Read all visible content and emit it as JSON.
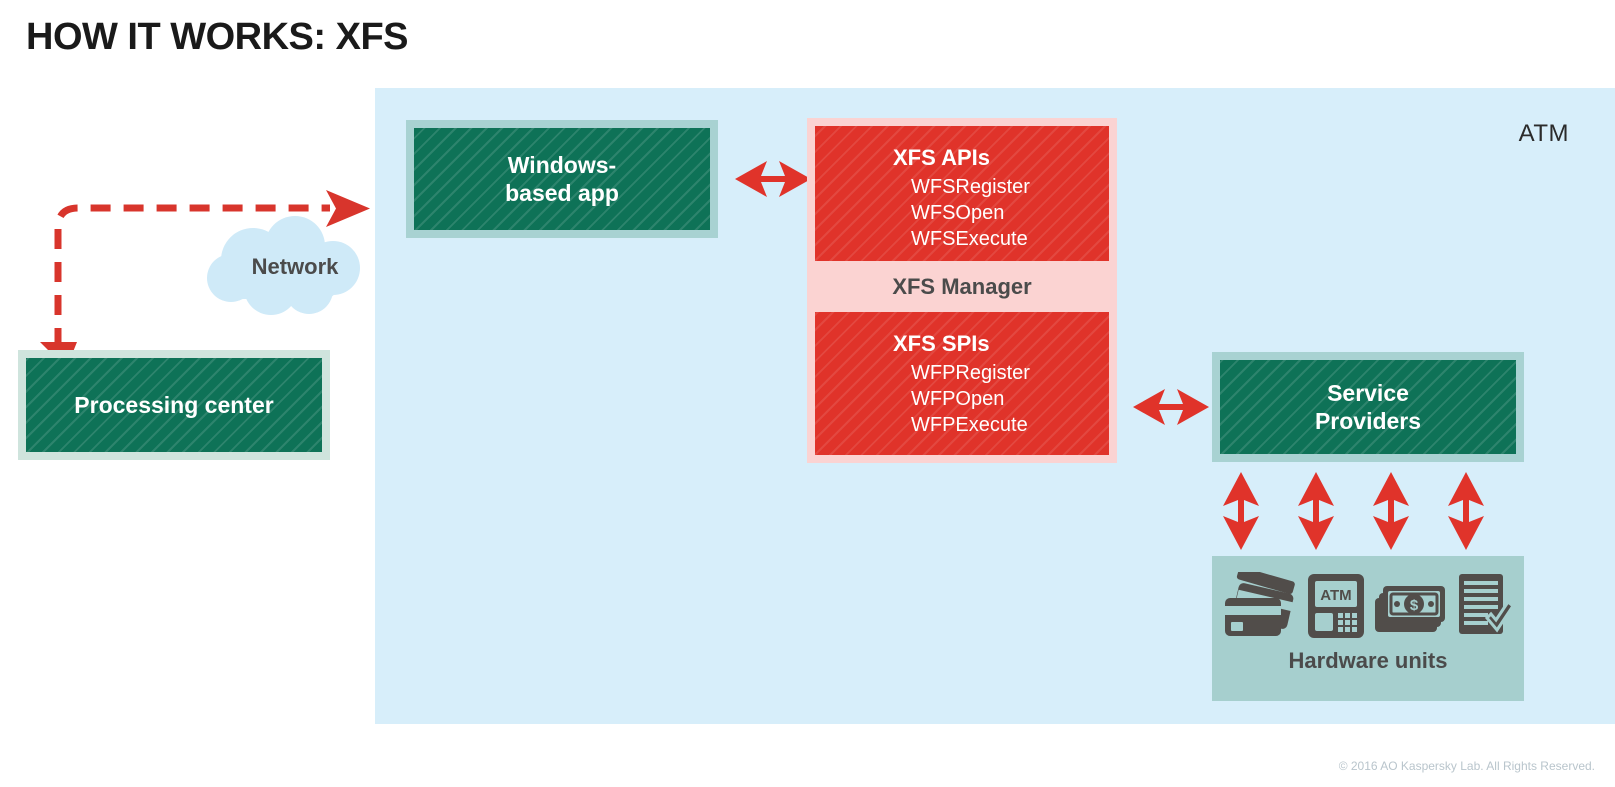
{
  "page": {
    "title": "HOW IT WORKS: XFS",
    "footer": "© 2016 AO Kaspersky Lab. All Rights Reserved."
  },
  "colors": {
    "panel_blue": "#d7eefa",
    "green_fill": "#0e7257",
    "green_frame": "#a8d2d2",
    "green_frame_light": "#cfe4dd",
    "red_fill": "#e0332a",
    "pink_frame": "#fbd3d2",
    "hardware_panel": "#a6cfce",
    "arrow_red": "#e0332a",
    "text_dark_gray": "#4b4b4b",
    "title_black": "#1a1a1a",
    "footer_gray": "#b9c5cc"
  },
  "atm": {
    "label": "ATM"
  },
  "nodes": {
    "processing_center": {
      "label": "Processing center"
    },
    "network": {
      "label": "Network"
    },
    "windows_app": {
      "label": "Windows-\nbased app",
      "line1": "Windows-",
      "line2": "based app"
    },
    "service_providers": {
      "line1": "Service",
      "line2": "Providers"
    },
    "hardware_units": {
      "label": "Hardware units"
    }
  },
  "xfs": {
    "manager_label": "XFS Manager",
    "apis": {
      "title": "XFS APIs",
      "items": [
        "WFSRegister",
        "WFSOpen",
        "WFSExecute"
      ]
    },
    "spis": {
      "title": "XFS SPIs",
      "items": [
        "WFPRegister",
        "WFPOpen",
        "WFPExecute"
      ]
    }
  },
  "hardware_icons": [
    {
      "name": "credit-cards-icon",
      "label": "credit cards"
    },
    {
      "name": "atm-keypad-icon",
      "label": "ATM"
    },
    {
      "name": "banknotes-dollar-icon",
      "label": "banknotes"
    },
    {
      "name": "receipt-check-icon",
      "label": "receipt"
    }
  ],
  "connectors": [
    {
      "name": "network-dashed-arrow",
      "style": "dashed",
      "direction": "bidirectional"
    },
    {
      "name": "app-to-xfs-arrow",
      "style": "solid",
      "direction": "bidirectional",
      "orientation": "horizontal"
    },
    {
      "name": "spis-to-providers-arrow",
      "style": "solid",
      "direction": "bidirectional",
      "orientation": "horizontal"
    },
    {
      "name": "providers-to-hardware-arrow-1",
      "style": "solid",
      "direction": "bidirectional",
      "orientation": "vertical"
    },
    {
      "name": "providers-to-hardware-arrow-2",
      "style": "solid",
      "direction": "bidirectional",
      "orientation": "vertical"
    },
    {
      "name": "providers-to-hardware-arrow-3",
      "style": "solid",
      "direction": "bidirectional",
      "orientation": "vertical"
    },
    {
      "name": "providers-to-hardware-arrow-4",
      "style": "solid",
      "direction": "bidirectional",
      "orientation": "vertical"
    }
  ]
}
